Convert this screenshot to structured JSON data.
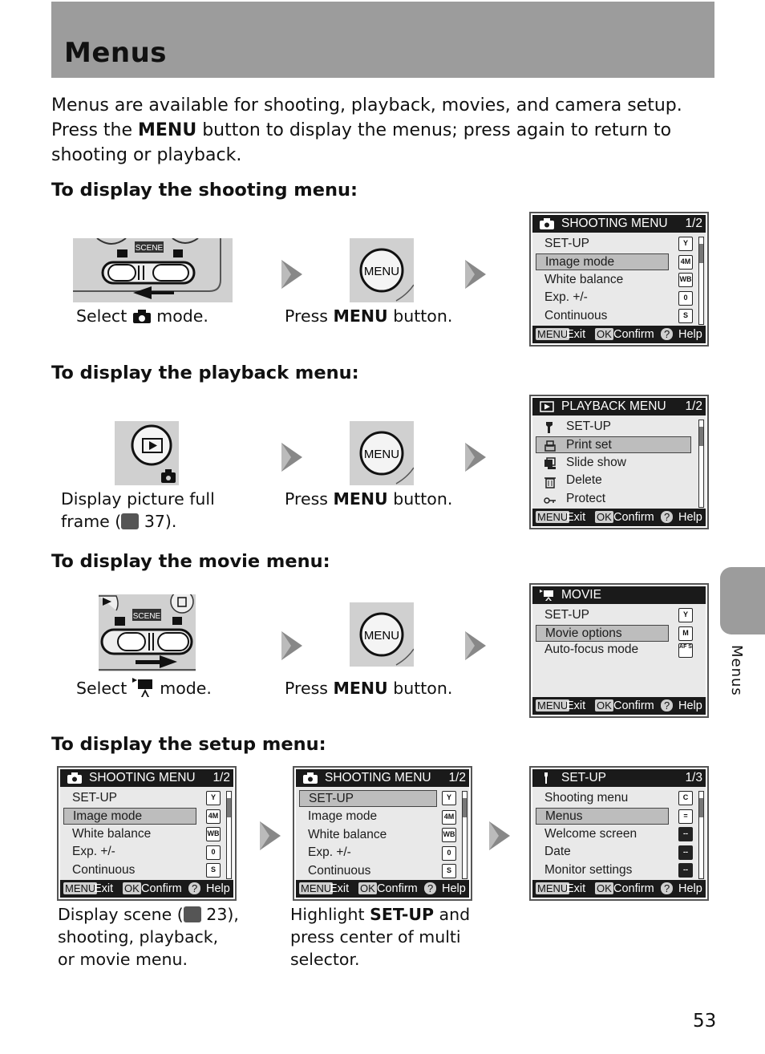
{
  "page": {
    "title": "Menus",
    "intro_pre": "Menus are available for shooting, playback, movies, and camera setup. Press the ",
    "intro_bold": "MENU",
    "intro_post": " button to display the menus; press again to return to shooting or playback.",
    "page_number": "53",
    "side_tab": "Menus"
  },
  "sections": {
    "shooting": {
      "heading": "To display the shooting menu:",
      "cap1_a": "Select ",
      "cap1_b": " mode.",
      "cap2_a": "Press ",
      "cap2_b": "MENU",
      "cap2_c": " button."
    },
    "playback": {
      "heading": "To display the playback menu:",
      "cap1_a": "Display picture full",
      "cap1_b": "frame (",
      "cap1_c": " 37).",
      "cap2_a": "Press ",
      "cap2_b": "MENU",
      "cap2_c": " button."
    },
    "movie": {
      "heading": "To display the movie menu:",
      "cap1_a": "Select ",
      "cap1_b": " mode.",
      "cap2_a": "Press ",
      "cap2_b": "MENU",
      "cap2_c": " button."
    },
    "setup": {
      "heading": "To display the setup menu:",
      "cap1_a": "Display scene (",
      "cap1_b": " 23),",
      "cap1_c": "shooting, playback,",
      "cap1_d": "or movie menu.",
      "cap2_a": "Highlight ",
      "cap2_b": "SET-UP",
      "cap2_c": " and",
      "cap2_d": "press center of multi",
      "cap2_e": "selector."
    }
  },
  "dial": {
    "scene": "SCENE",
    "menu_button": "MENU"
  },
  "footer": {
    "menu": "MENU",
    "exit": "Exit",
    "ok": "OK",
    "confirm": "Confirm",
    "q": "?",
    "help": "Help"
  },
  "screens": {
    "shooting1": {
      "title": "SHOOTING MENU",
      "page": "1/2",
      "items": [
        "SET-UP",
        "Image mode",
        "White balance",
        "Exp. +/-",
        "Continuous"
      ],
      "icons": [
        "Y",
        "4M",
        "WB",
        "0",
        "S"
      ]
    },
    "playback": {
      "title": "PLAYBACK MENU",
      "page": "1/2",
      "items": [
        "SET-UP",
        "Print set",
        "Slide show",
        "Delete",
        "Protect"
      ]
    },
    "movie": {
      "title": "MOVIE",
      "items": [
        "SET-UP",
        "Movie options",
        "Auto-focus mode"
      ],
      "icons": [
        "Y",
        "M",
        "AF S"
      ]
    },
    "setup_a": {
      "title": "SHOOTING MENU",
      "page": "1/2",
      "items": [
        "SET-UP",
        "Image mode",
        "White balance",
        "Exp. +/-",
        "Continuous"
      ],
      "icons": [
        "Y",
        "4M",
        "WB",
        "0",
        "S"
      ]
    },
    "setup_b": {
      "title": "SHOOTING MENU",
      "page": "1/2",
      "items": [
        "SET-UP",
        "Image mode",
        "White balance",
        "Exp. +/-",
        "Continuous"
      ],
      "icons": [
        "Y",
        "4M",
        "WB",
        "0",
        "S"
      ]
    },
    "setup_c": {
      "title": "SET-UP",
      "page": "1/3",
      "items": [
        "Shooting menu",
        "Menus",
        "Welcome screen",
        "Date",
        "Monitor settings"
      ],
      "icons": [
        "C",
        "=",
        "--",
        "--",
        "--"
      ]
    }
  }
}
